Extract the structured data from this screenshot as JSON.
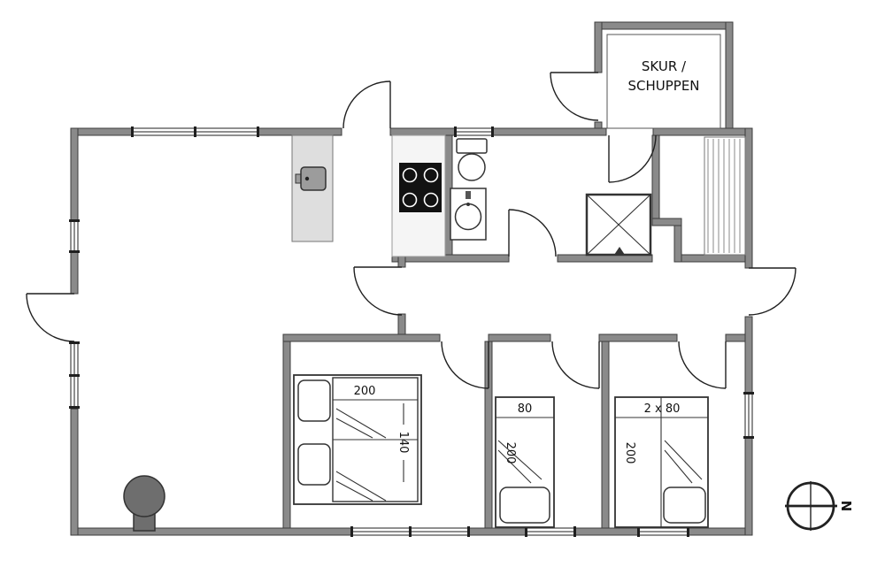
{
  "shed": {
    "label_line1": "SKUR /",
    "label_line2": "SCHUPPEN"
  },
  "beds": {
    "double": {
      "length": "200",
      "width": "140"
    },
    "single": {
      "width": "80",
      "length": "200"
    },
    "twin": {
      "width": "2 x 80",
      "length": "200"
    }
  },
  "compass": {
    "north": "N"
  },
  "colors": {
    "wall_fill": "#8a8a8a",
    "wall_stroke": "#3c3c3c",
    "line": "#1f1f1f",
    "island_fill": "#dedede",
    "counter_fill": "#f5f5f5",
    "cooktop_fill": "#121212",
    "appliance_fill": "#9c9c9c",
    "wood_stove_fill": "#6e6e6e",
    "background": "#ffffff"
  }
}
